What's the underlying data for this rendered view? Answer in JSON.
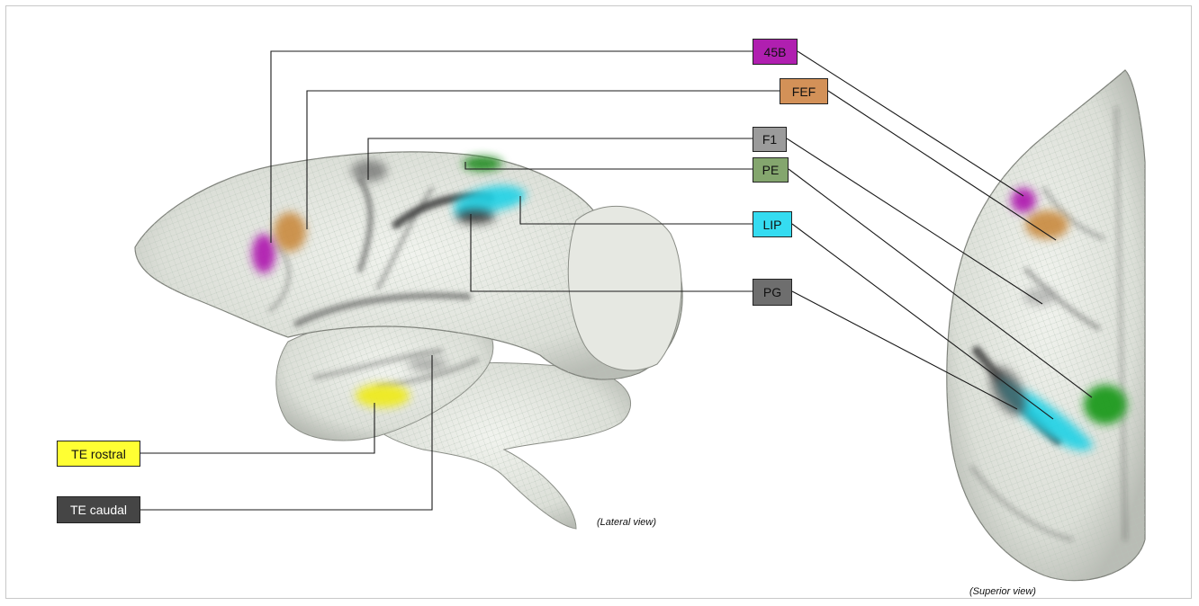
{
  "labels": {
    "area_45b": {
      "text": "45B",
      "color": "#b01fb0",
      "text_color": "#111111"
    },
    "area_fef": {
      "text": "FEF",
      "color": "#d39158",
      "text_color": "#111111"
    },
    "area_f1": {
      "text": "F1",
      "color": "#9b9b9b",
      "text_color": "#111111"
    },
    "area_pe": {
      "text": "PE",
      "color": "#84a66e",
      "text_color": "#111111"
    },
    "area_lip": {
      "text": "LIP",
      "color": "#35dcf1",
      "text_color": "#111111"
    },
    "area_pg": {
      "text": "PG",
      "color": "#6e6e6e",
      "text_color": "#111111"
    },
    "area_te_rostral": {
      "text": "TE rostral",
      "color": "#ffff33",
      "text_color": "#111111"
    },
    "area_te_caudal": {
      "text": "TE caudal",
      "color": "#454545",
      "text_color": "#ffffff"
    }
  },
  "captions": {
    "lateral": "(Lateral view)",
    "superior": "(Superior view)"
  }
}
